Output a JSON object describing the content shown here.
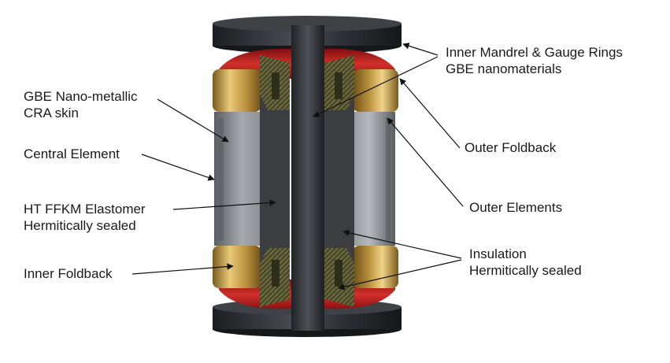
{
  "labels": {
    "inner_mandrel": {
      "line1": "Inner Mandrel & Gauge Rings",
      "line2": "GBE nanomaterials"
    },
    "skin": {
      "line1": "GBE Nano-metallic",
      "line2": "CRA skin"
    },
    "central_element": {
      "line1": "Central Element"
    },
    "outer_foldback": {
      "line1": "Outer Foldback"
    },
    "elastomer": {
      "line1": "HT FFKM Elastomer",
      "line2": "Hermitically sealed"
    },
    "outer_elements": {
      "line1": "Outer Elements"
    },
    "insulation": {
      "line1": "Insulation",
      "line2": "Hermitically sealed"
    },
    "inner_foldback": {
      "line1": "Inner Foldback"
    }
  },
  "colors": {
    "gauge_ring": "#2b2e33",
    "mandrel": "#3a3d42",
    "gold": "#c9a24a",
    "red": "#b81c1c",
    "element_gray": "#8c8f93",
    "insulation_olive": "#6b6a3a"
  }
}
